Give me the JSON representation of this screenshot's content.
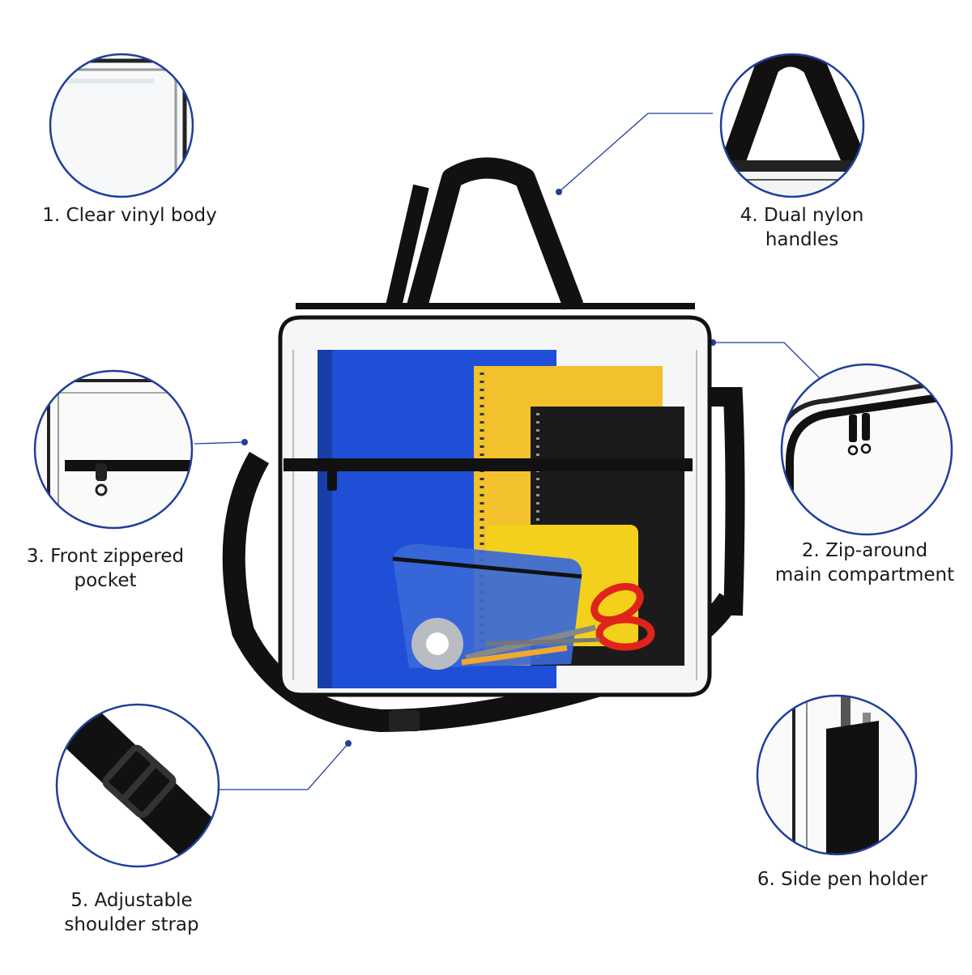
{
  "accent_color": "#1f3f9a",
  "features": [
    {
      "label_lines": [
        "1. Clear vinyl body"
      ],
      "detail_icon": "clear-vinyl-corner"
    },
    {
      "label_lines": [
        "4. Dual nylon",
        "handles"
      ],
      "detail_icon": "nylon-handle"
    },
    {
      "label_lines": [
        "3. Front zippered",
        "pocket"
      ],
      "detail_icon": "front-zipper-pocket"
    },
    {
      "label_lines": [
        "2. Zip-around",
        "main compartment"
      ],
      "detail_icon": "double-zipper"
    },
    {
      "label_lines": [
        "5. Adjustable",
        "shoulder strap"
      ],
      "detail_icon": "strap-buckle"
    },
    {
      "label_lines": [
        "6. Side pen holder"
      ],
      "detail_icon": "pen-holder"
    }
  ]
}
